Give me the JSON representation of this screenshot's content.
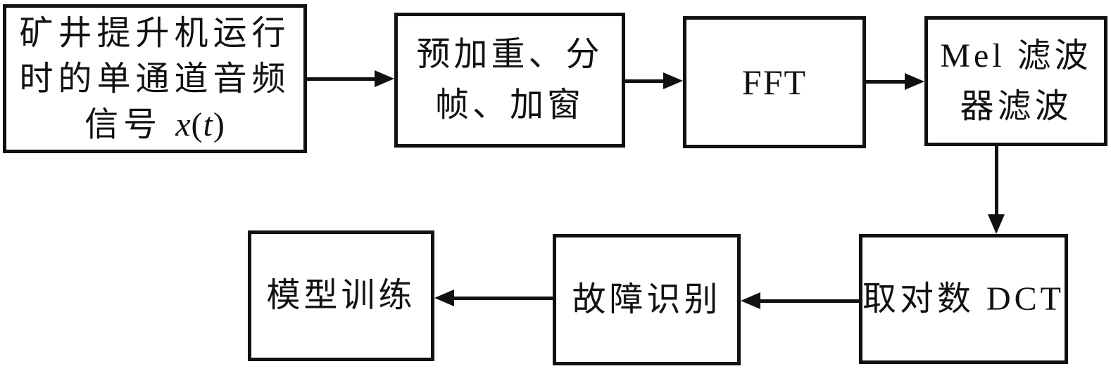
{
  "diagram": {
    "type": "flowchart",
    "colors": {
      "ink": "#111111",
      "background": "#ffffff"
    },
    "nodes": {
      "source": {
        "line1": "矿井提升机运行",
        "line2": "时的单通道音频",
        "signal_prefix": "信号 ",
        "signal_x": "x",
        "signal_paren_open": "(",
        "signal_t": "t",
        "signal_paren_close": ")"
      },
      "preprocess": {
        "line1": "预加重、分",
        "line2": "帧、加窗"
      },
      "fft": {
        "label": "FFT"
      },
      "mel": {
        "line1": "Mel 滤波",
        "line2": "器滤波"
      },
      "logdct": {
        "label": "取对数 DCT"
      },
      "fault": {
        "label": "故障识别"
      },
      "train": {
        "label": "模型训练"
      }
    },
    "edges": [
      {
        "from": "source",
        "to": "preprocess",
        "direction": "right"
      },
      {
        "from": "preprocess",
        "to": "fft",
        "direction": "right"
      },
      {
        "from": "fft",
        "to": "mel",
        "direction": "right"
      },
      {
        "from": "mel",
        "to": "logdct",
        "direction": "down"
      },
      {
        "from": "logdct",
        "to": "fault",
        "direction": "left"
      },
      {
        "from": "fault",
        "to": "train",
        "direction": "left"
      }
    ]
  }
}
